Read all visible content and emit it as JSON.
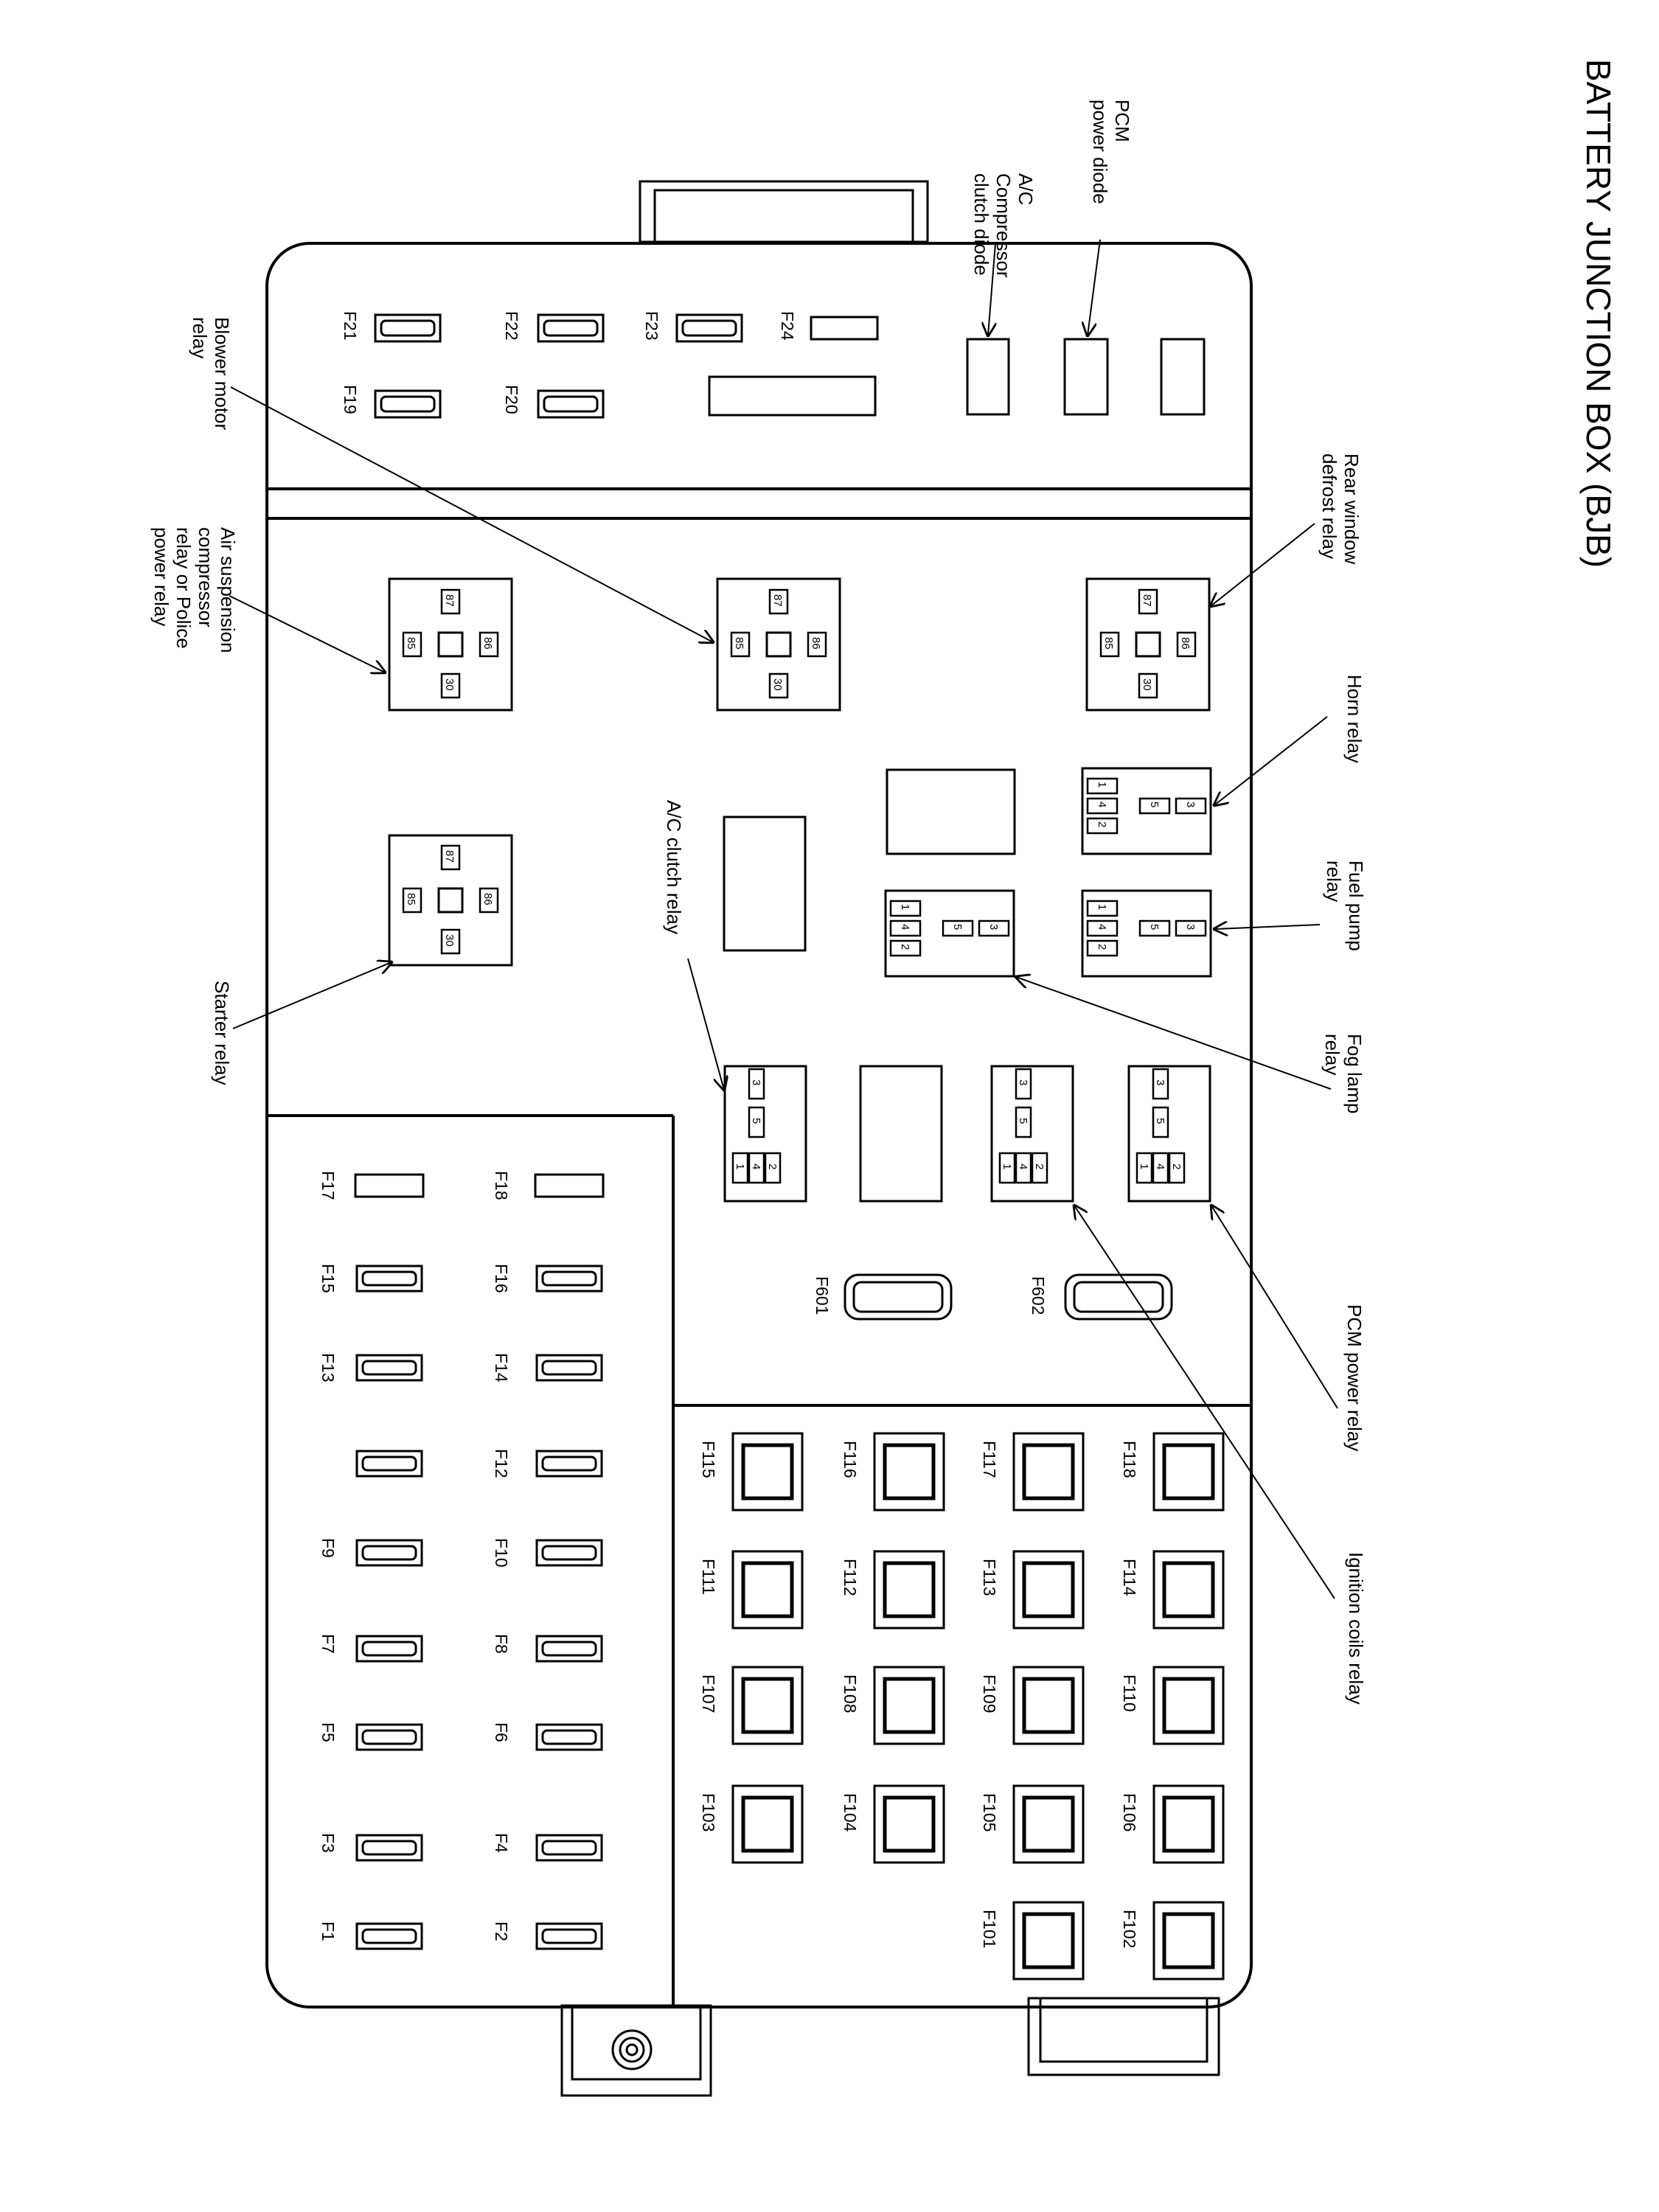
{
  "title": "BATTERY JUNCTION BOX (BJB)",
  "callouts": {
    "pcm_power_diode": [
      "PCM",
      "power diode"
    ],
    "ac_compressor_clutch_diode": [
      "A/C",
      "Compressor",
      "clutch diode"
    ],
    "rear_window_defrost_relay": [
      "Rear window",
      "defrost relay"
    ],
    "blower_motor_relay": [
      "Blower motor",
      "relay"
    ],
    "air_suspension_relay": [
      "Air suspension",
      "compressor",
      "relay or Police",
      "power relay"
    ],
    "horn_relay": [
      "Horn relay"
    ],
    "fuel_pump_relay": [
      "Fuel pump",
      "relay"
    ],
    "ac_clutch_relay": [
      "A/C clutch relay"
    ],
    "fog_lamp_relay": [
      "Fog lamp",
      "relay"
    ],
    "starter_relay": [
      "Starter relay"
    ],
    "pcm_power_relay": [
      "PCM power relay"
    ],
    "ignition_coils_relay": [
      "Ignition coils relay"
    ]
  },
  "top_fuses": [
    "F21",
    "F22",
    "F23",
    "F24",
    "F19",
    "F20"
  ],
  "left_fuse_pairs": [
    [
      "F17",
      "F18"
    ],
    [
      "F15",
      "F16"
    ],
    [
      "F13",
      "F14"
    ],
    [
      "",
      "F12"
    ],
    [
      "F9",
      "F10"
    ],
    [
      "F7",
      "F8"
    ],
    [
      "F5",
      "F6"
    ],
    [
      "F3",
      "F4"
    ],
    [
      "F1",
      "F2"
    ]
  ],
  "middle_fuses": [
    "F601",
    "F602"
  ],
  "cartridge_fuse_rows": [
    [
      "F115",
      "F116",
      "F117",
      "F118"
    ],
    [
      "F111",
      "F112",
      "F113",
      "F114"
    ],
    [
      "F107",
      "F108",
      "F109",
      "F110"
    ],
    [
      "F103",
      "F104",
      "F105",
      "F106"
    ],
    [
      "",
      "",
      "F101",
      "F102"
    ]
  ],
  "iso_relay_pins": [
    "87",
    "85",
    "86",
    "30"
  ],
  "mini_relay_pins": [
    "1",
    "4",
    "2",
    "5",
    "3"
  ]
}
